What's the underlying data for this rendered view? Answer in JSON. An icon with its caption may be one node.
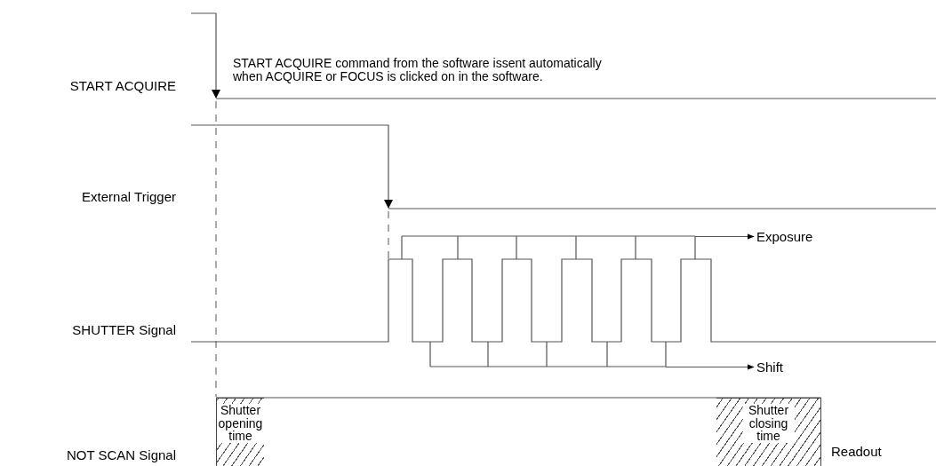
{
  "diagram": {
    "nodes": [
      {
        "text": [],
        "shape": "bracket"
      },
      {
        "text": [
          "Exposure"
        ]
      },
      {
        "text": [],
        "shape": "bracket"
      },
      {
        "text": [
          "Shift"
        ]
      },
      {
        "text": [
          "Shutter opening time"
        ]
      },
      {
        "text": [
          "Shutter closing time"
        ]
      }
    ],
    "edges": [
      {
        "from": 0,
        "to": 1,
        "arrow": "to"
      },
      {
        "from": 2,
        "to": 3,
        "arrow": "to"
      }
    ],
    "labels": [
      "START ACQUIRE",
      "START ACQUIRE command from the software issent automatically when ACQUIRE or FOCUS is clicked on in the software.",
      "External Trigger",
      "SHUTTER Signal",
      "NOT SCAN Signal",
      "Readout"
    ]
  }
}
